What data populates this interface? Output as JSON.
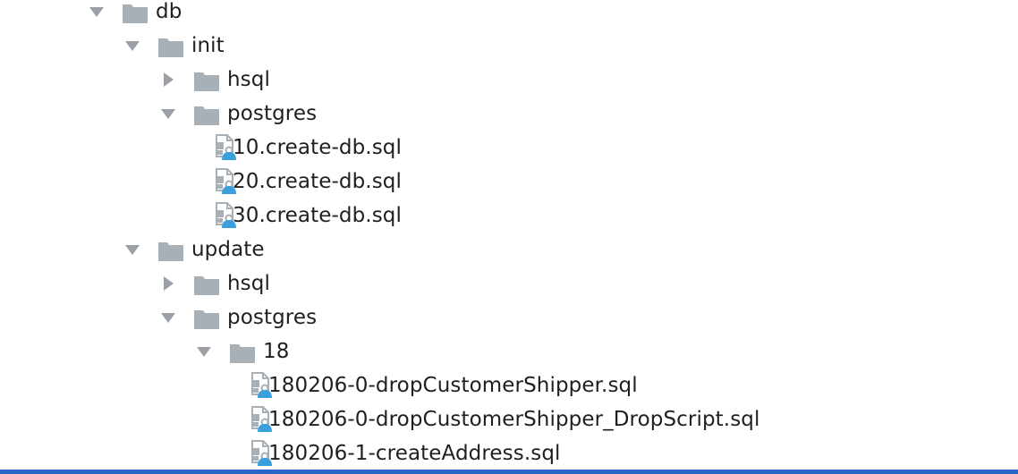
{
  "tree": {
    "nodes": [
      {
        "label": "db",
        "type": "folder",
        "state": "expanded",
        "depth": 0
      },
      {
        "label": "init",
        "type": "folder",
        "state": "expanded",
        "depth": 1
      },
      {
        "label": "hsql",
        "type": "folder",
        "state": "collapsed",
        "depth": 2
      },
      {
        "label": "postgres",
        "type": "folder",
        "state": "expanded",
        "depth": 2
      },
      {
        "label": "10.create-db.sql",
        "type": "sql-file",
        "depth": 3
      },
      {
        "label": "20.create-db.sql",
        "type": "sql-file",
        "depth": 3
      },
      {
        "label": "30.create-db.sql",
        "type": "sql-file",
        "depth": 3
      },
      {
        "label": "update",
        "type": "folder",
        "state": "expanded",
        "depth": 1
      },
      {
        "label": "hsql",
        "type": "folder",
        "state": "collapsed",
        "depth": 2
      },
      {
        "label": "postgres",
        "type": "folder",
        "state": "expanded",
        "depth": 2
      },
      {
        "label": "18",
        "type": "folder",
        "state": "expanded",
        "depth": 3
      },
      {
        "label": "180206-0-dropCustomerShipper.sql",
        "type": "sql-file",
        "depth": 4
      },
      {
        "label": "180206-0-dropCustomerShipper_DropScript.sql",
        "type": "sql-file",
        "depth": 4
      },
      {
        "label": "180206-1-createAddress.sql",
        "type": "sql-file",
        "depth": 4
      }
    ]
  },
  "colors": {
    "folder": "#a8b0b7",
    "arrow": "#9aa0a6",
    "file_page": "#a8b0b7",
    "file_badge": "#3aa0dd",
    "text": "#1f1f1f",
    "selection_bar": "#2a66c9"
  },
  "icons": {
    "expanded": "triangle-down-icon",
    "collapsed": "triangle-right-icon",
    "folder": "folder-icon",
    "sql-file": "sql-file-icon"
  }
}
